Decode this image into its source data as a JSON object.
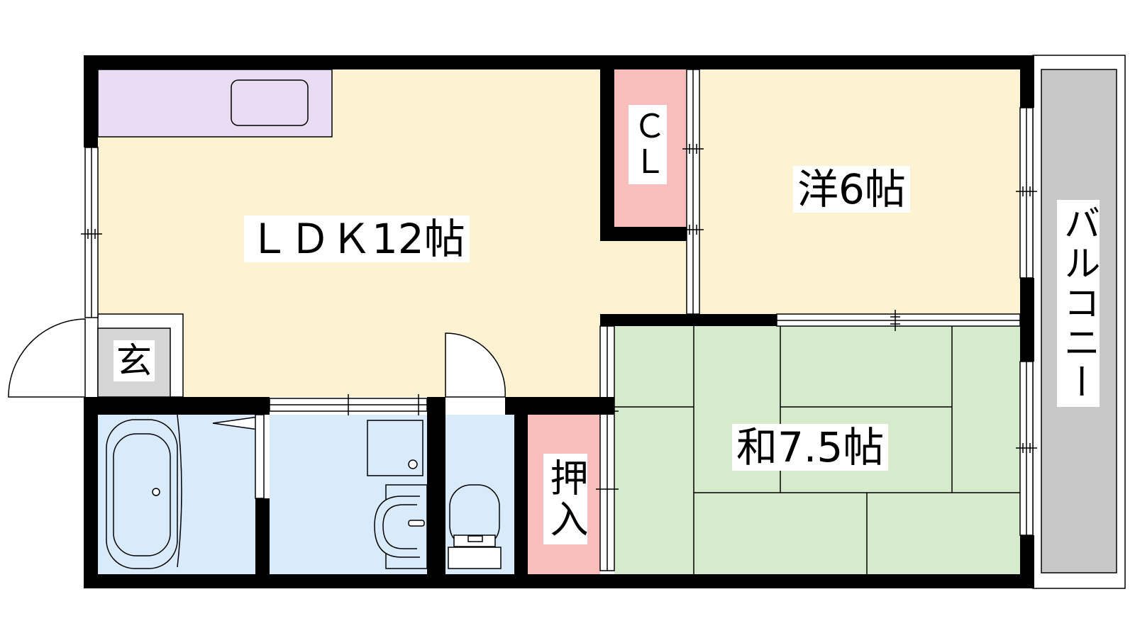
{
  "floorplan": {
    "rooms": {
      "ldk": "ＬＤＫ12帖",
      "western": "洋6帖",
      "japanese": "和7.5帖",
      "closet": "ＣＬ",
      "oshiire": "押入",
      "entrance": "玄",
      "balcony": "バルコニー"
    },
    "colors": {
      "ldk": "#FDF2D2",
      "western": "#FDF2D2",
      "japanese": "#D5EBCC",
      "closet": "#F9BDBC",
      "wet_area": "#D9EAFB",
      "kitchen": "#EADDF3",
      "balcony": "#C8C8C8",
      "entrance": "#D6D6D6",
      "wall": "#000000"
    }
  }
}
